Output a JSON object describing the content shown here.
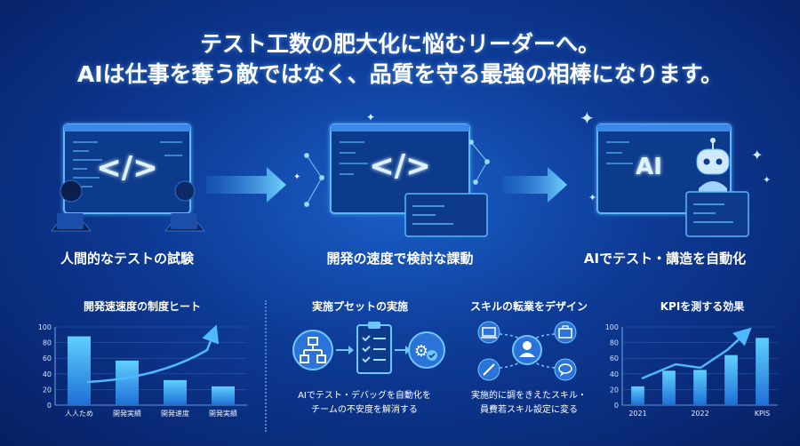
{
  "headline": {
    "line1": "テスト工数の肥大化に悩むリーダーへ。",
    "line2": "AIは仕事を奪う敵ではなく、品質を守る最強の相棒になります。"
  },
  "steps": [
    {
      "label": "人間的なテストの試験",
      "icon": "code-monitor-with-people-icon"
    },
    {
      "label": "開発の速度で検討な課動",
      "icon": "code-window-network-icon"
    },
    {
      "label": "AIでテスト・講造を自動化",
      "icon": "ai-robot-window-icon"
    }
  ],
  "panels": {
    "chart1_title": "開発速速度の制度ヒート",
    "flow_title": "実施プセットの実施",
    "flow_caption1": "AIでテスト・デバッグを自動化を",
    "flow_caption2": "チームの不安度を解消する",
    "skill_title": "スキルの転業をデザイン",
    "skill_caption1": "実施的に調をきえたスキル・",
    "skill_caption2": "員費若スキル設定に変る",
    "chart2_title": "KPIを測する効果"
  },
  "chart_data": [
    {
      "type": "bar",
      "title": "開発速速度の制度ヒート",
      "categories": [
        "人人ため",
        "開発実績",
        "開発速度",
        "開発実績"
      ],
      "values": [
        88,
        57,
        32,
        24
      ],
      "yticks": [
        0,
        20,
        40,
        60,
        80,
        100
      ],
      "ylim": [
        0,
        100
      ],
      "trend_arrow": true
    },
    {
      "type": "bar",
      "title": "KPIを測する効果",
      "categories": [
        "2021",
        "2022",
        "KPIS"
      ],
      "values": [
        24,
        44,
        45,
        64,
        86
      ],
      "xlabels_at": [
        0,
        2,
        4
      ],
      "yticks": [
        0,
        20,
        40,
        60,
        80,
        100
      ],
      "ylim": [
        0,
        100
      ],
      "trend_arrow": true
    }
  ],
  "colors": {
    "accent": "#4fb8ff",
    "bar_top": "#5fd0ff",
    "bar_bottom": "#1e6fd6"
  }
}
